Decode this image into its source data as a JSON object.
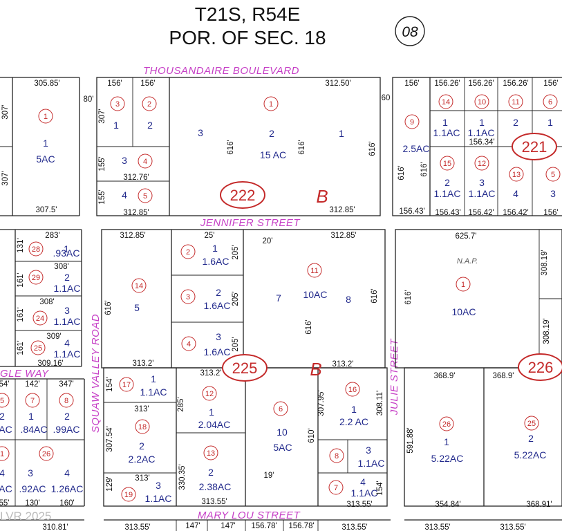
{
  "header": {
    "township_range": "T21S, R54E",
    "section": "POR. OF SEC. 18",
    "page_number": "08"
  },
  "streets": [
    "THOUSANDAIRE BOULEVARD",
    "JENNIFER STREET",
    "SQUAW VALLEY ROAD",
    "JULIE STREET",
    "MARY LOU STREET",
    "GLE WAY"
  ],
  "book_pages": [
    "222",
    "221",
    "225",
    "226"
  ],
  "block_letters": [
    "B",
    "B"
  ],
  "nap_label": "N.A.P.",
  "watermark": "LVR 2025",
  "parcels": {
    "p_a1": "1",
    "a_a1": "5AC",
    "p_b1": "1",
    "p_b2": "2",
    "p_b3": "3",
    "p_b4": "4",
    "p_c1": "3",
    "p_c2": "2",
    "p_c3": "1",
    "a_c": "15 AC",
    "p_d1": "1",
    "a_d1": ".93AC",
    "p_d2": "2",
    "a_d2": "1.1AC",
    "p_d3": "3",
    "a_d3": "1.1AC",
    "p_d4": "4",
    "a_d4": "1.1AC",
    "p_e5": "5",
    "p_f1": "1",
    "a_f1": "1.6AC",
    "p_f2": "2",
    "a_f2": "1.6AC",
    "p_f3": "3",
    "a_f3": "1.6AC",
    "p_g7": "7",
    "a_g": "10AC",
    "p_g8": "8",
    "a_h": "10AC",
    "p_n1": "1",
    "a_n1": "1.1AC",
    "p_n2": "1",
    "a_n2": "2.04AC",
    "p_n3": "2",
    "a_n3": "2.2AC",
    "p_n4": "2",
    "a_n4": "2.38AC",
    "p_n5": "3",
    "a_n5": "1.1AC",
    "p_o1": "10",
    "a_o1": "5AC",
    "p_o2": "1",
    "a_o2": "2.2 AC",
    "p_o3": "3",
    "a_o3": "1.1AC",
    "p_o4": "4",
    "a_o4": "1.1AC",
    "p_q1": "1",
    "a_q1": "5.22AC",
    "p_q2": "2",
    "a_q2": "5.22AC",
    "p_w1": "2",
    "a_w1": "AC",
    "p_w2": "1",
    "a_w2": ".84AC",
    "p_w3": "2",
    "a_w3": ".99AC",
    "p_w4": "4",
    "a_w4": "AC",
    "p_w5": "3",
    "a_w5": ".92AC",
    "p_w6": "4",
    "a_w6": "1.26AC",
    "p_r1": "1",
    "a_r1": "1.1AC",
    "p_r2": "1",
    "a_r2": "1.1AC",
    "p_r3": "2",
    "p_r4": "1",
    "a_r5": "2.5AC",
    "p_r6": "2",
    "a_r6": "1.1AC",
    "p_r7": "3",
    "a_r7": "1.1AC",
    "p_r8": "4",
    "p_r9": "3"
  },
  "parcel_circles": {
    "c1": "1",
    "c2": "3",
    "c3": "2",
    "c4": "4",
    "c5": "5",
    "c6": "1",
    "c7": "9",
    "c8": "14",
    "c9": "10",
    "c10": "11",
    "c11": "6",
    "c12": "15",
    "c13": "12",
    "c14": "13",
    "c15": "5",
    "c16": "28",
    "c17": "29",
    "c18": "24",
    "c19": "25",
    "c20": "14",
    "c21": "2",
    "c22": "3",
    "c23": "4",
    "c24": "11",
    "c25": "1",
    "c26": "17",
    "c27": "12",
    "c28": "18",
    "c29": "13",
    "c30": "19",
    "c31": "6",
    "c32": "16",
    "c33": "8",
    "c34": "7",
    "c35": "26",
    "c36": "25",
    "c37": "7",
    "c38": "8",
    "c39": "5",
    "c40": "1",
    "c41": "26"
  },
  "measurements": {
    "m1": "305.85'",
    "m2": "307'",
    "m3": "307'",
    "m4": "307.5'",
    "m5": "80'",
    "m6": "156'",
    "m7": "156'",
    "m8": "307'",
    "m9": "155'",
    "m10": "155'",
    "m11": "312.76'",
    "m12": "312.85'",
    "m13": "312.50'",
    "m14": "616'",
    "m15": "616'",
    "m16": "616'",
    "m17": "312.85'",
    "m18": "60",
    "m19": "156'",
    "m20": "156.26'",
    "m21": "156.26'",
    "m22": "156.26'",
    "m23": "156'",
    "m24": "156.34'",
    "m25": "616'",
    "m26": "616'",
    "m27": "156.43'",
    "m28": "156.43'",
    "m29": "156.42'",
    "m30": "156.42'",
    "m31": "156'",
    "m32": "283'",
    "m33": "131'",
    "m34": "308'",
    "m35": "161'",
    "m36": "308'",
    "m37": "161'",
    "m38": "309'",
    "m39": "161'",
    "m40": "309.16'",
    "m41": "312.85'",
    "m42": "25'",
    "m43": "205'",
    "m44": "205'",
    "m45": "205'",
    "m46": "20'",
    "m47": "312.85'",
    "m48": "616'",
    "m49": "616'",
    "m50": "616'",
    "m51": "313.2'",
    "m52": "313.2'",
    "m53": "313.2'",
    "m54": "625.7'",
    "m55": "308.19'",
    "m56": "308.19'",
    "m57": "616'",
    "m58": "54'",
    "m59": "142'",
    "m60": "347'",
    "m61": "55'",
    "m62": "130'",
    "m63": "160'",
    "m64": "154'",
    "m65": "313'",
    "m66": "285'",
    "m67": "307.54'",
    "m68": "313'",
    "m69": "330.35'",
    "m70": "129'",
    "m71": "313.55'",
    "m72": "610'",
    "m73": "19'",
    "m74": "307.95'",
    "m75": "308.11'",
    "m76": "313.55'",
    "m77": "154'",
    "m78": "368.9'",
    "m79": "368.9'",
    "m80": "591.88'",
    "m81": "354.84'",
    "m82": "368.91'",
    "m83": "310.81'",
    "m84": "313.55'",
    "m85": "147'",
    "m86": "147'",
    "m87": "156.78'",
    "m88": "156.78'",
    "m89": "313.55'",
    "m90": "313.55'",
    "m91": "313.55'"
  }
}
